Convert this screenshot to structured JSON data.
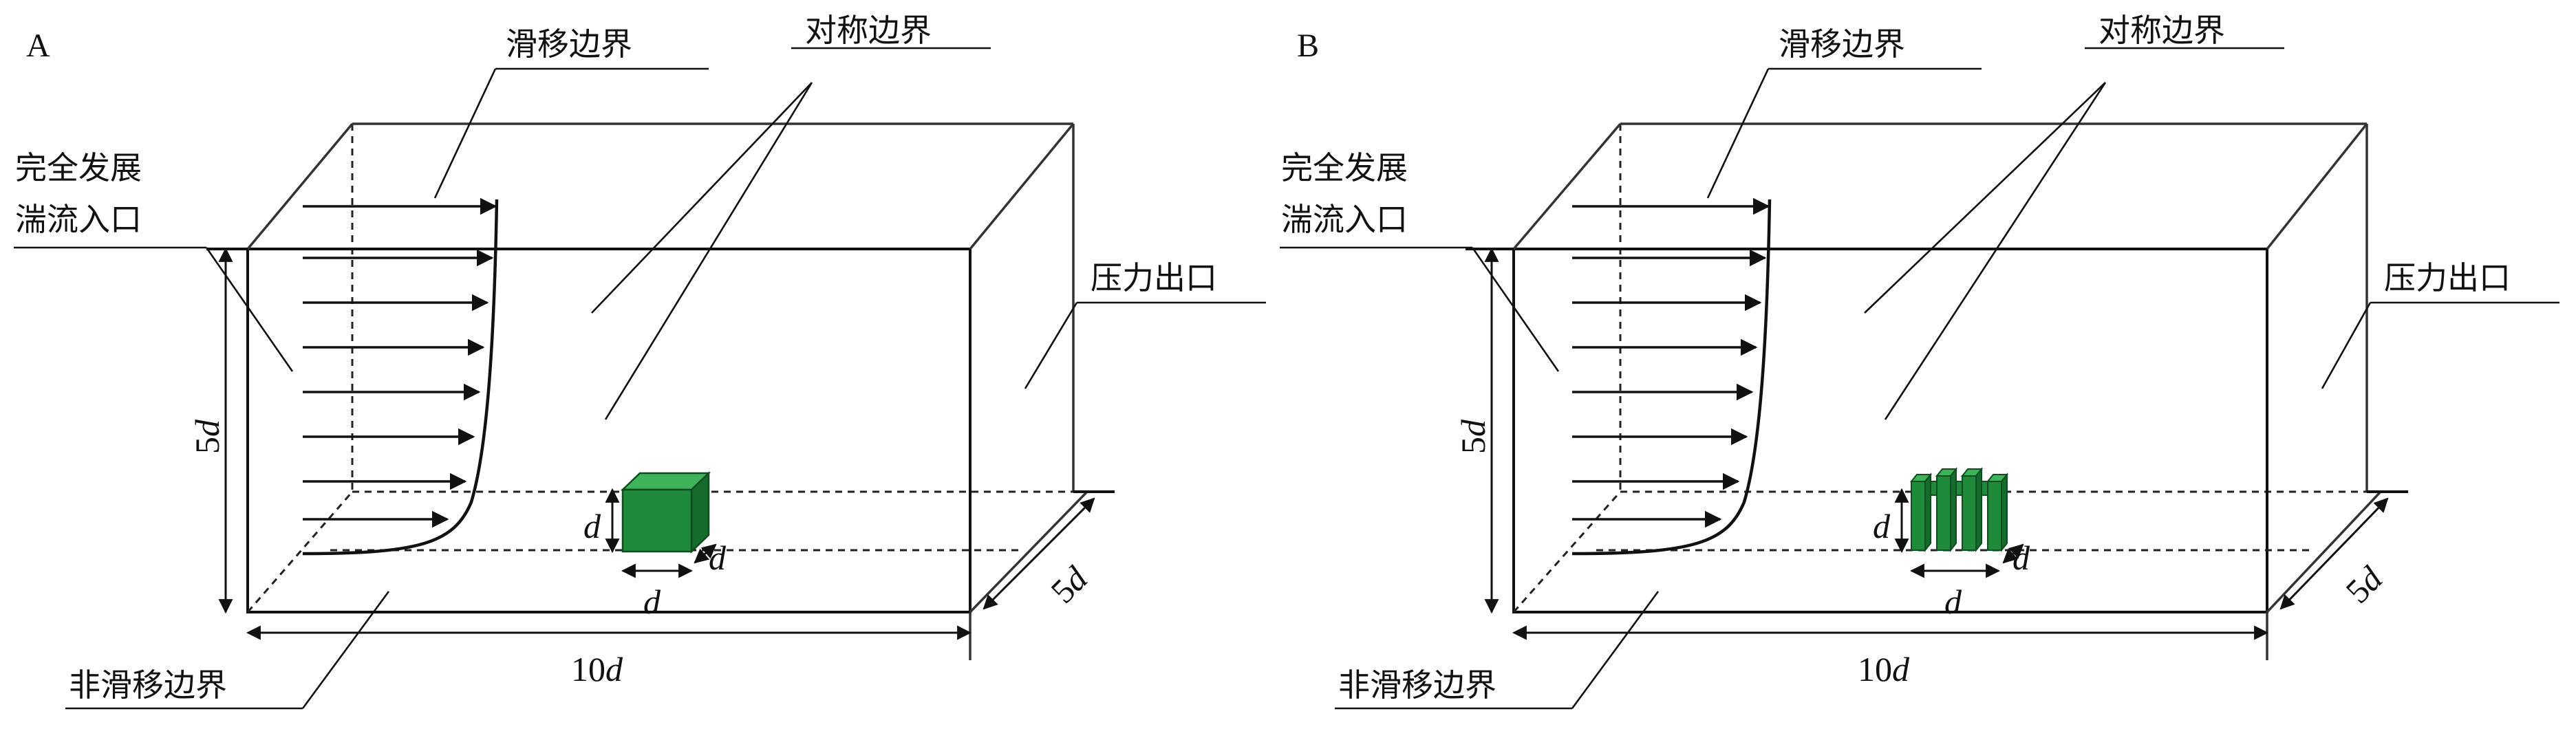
{
  "panels": [
    {
      "id": "A",
      "label": "A",
      "labels": {
        "slip": "滑移边界",
        "symmetry": "对称边界",
        "inlet_line1": "完全发展",
        "inlet_line2": "湍流入口",
        "outlet": "压力出口",
        "noslip": "非滑移边界",
        "height": "5",
        "height_unit": "d",
        "length": "10",
        "length_unit": "d",
        "width": "5",
        "width_unit": "d",
        "obstacle_h": "d",
        "obstacle_w": "d",
        "obstacle_d": "d"
      },
      "obstacle": "solid-cube",
      "obstacle_color": "#1f8a3a"
    },
    {
      "id": "B",
      "label": "B",
      "labels": {
        "slip": "滑移边界",
        "symmetry": "对称边界",
        "inlet_line1": "完全发展",
        "inlet_line2": "湍流入口",
        "outlet": "压力出口",
        "noslip": "非滑移边界",
        "height": "5",
        "height_unit": "d",
        "length": "10",
        "length_unit": "d",
        "width": "5",
        "width_unit": "d",
        "obstacle_h": "d",
        "obstacle_w": "d",
        "obstacle_d": "d"
      },
      "obstacle": "finned-array",
      "obstacle_color": "#1f8a3a"
    }
  ],
  "colors": {
    "line": "#111111",
    "obstacle_fill": "#1f8a3a",
    "obstacle_side": "#156b2b",
    "obstacle_top": "#3fb35a"
  }
}
